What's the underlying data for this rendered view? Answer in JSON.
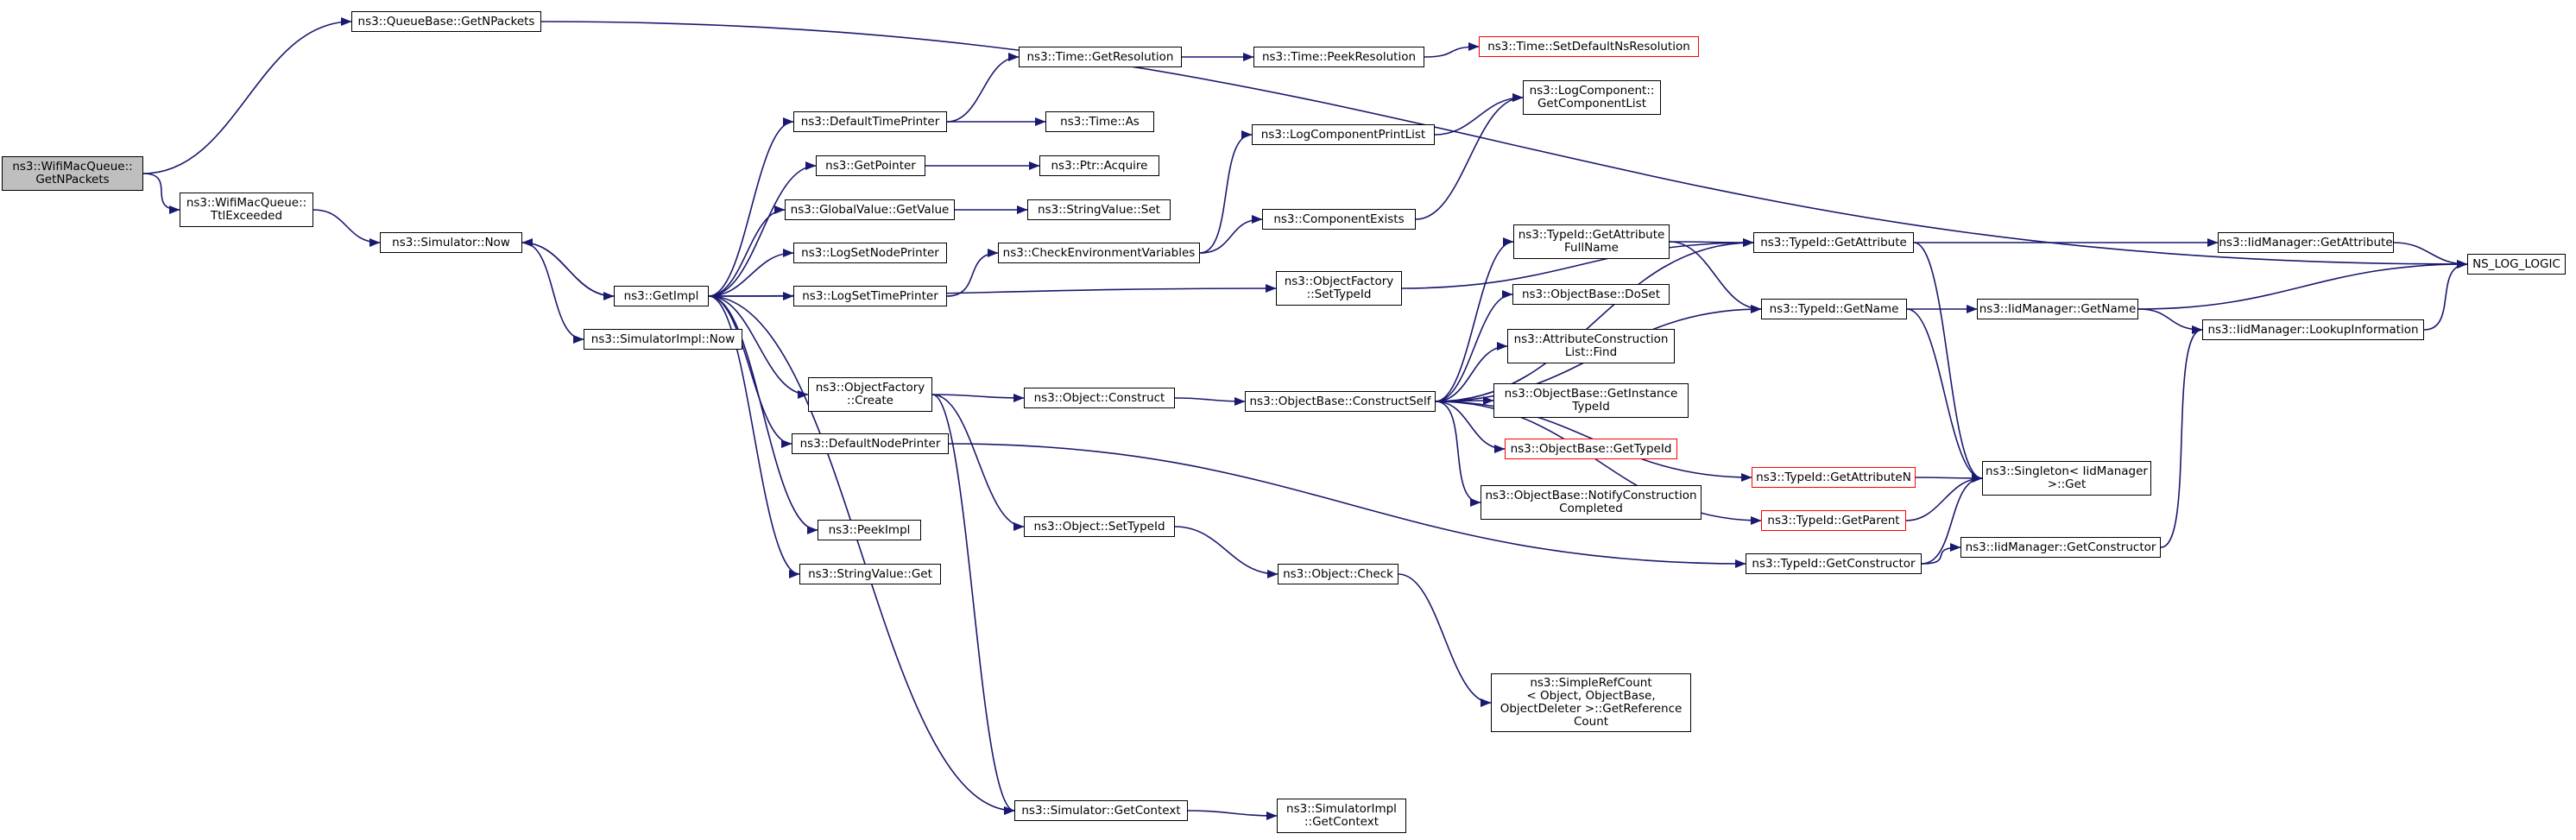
{
  "colors": {
    "edge": "#191970",
    "node_border": "#000000",
    "truncated_border": "#ff0000",
    "focus_fill": "#bfbfbf"
  },
  "nodes": {
    "n1": {
      "lines": [
        "ns3::WifiMacQueue::",
        "GetNPackets"
      ],
      "style": "focus"
    },
    "n2": {
      "lines": [
        "ns3::QueueBase::GetNPackets"
      ]
    },
    "n3": {
      "lines": [
        "ns3::WifiMacQueue::",
        "TtlExceeded"
      ]
    },
    "n4": {
      "lines": [
        "ns3::Simulator::Now"
      ]
    },
    "n5": {
      "lines": [
        "ns3::GetImpl"
      ]
    },
    "n6": {
      "lines": [
        "ns3::SimulatorImpl::Now"
      ]
    },
    "n7": {
      "lines": [
        "ns3::DefaultTimePrinter"
      ]
    },
    "n8": {
      "lines": [
        "ns3::GetPointer"
      ]
    },
    "n9": {
      "lines": [
        "ns3::GlobalValue::GetValue"
      ]
    },
    "n10": {
      "lines": [
        "ns3::LogSetNodePrinter"
      ]
    },
    "n11": {
      "lines": [
        "ns3::LogSetTimePrinter"
      ]
    },
    "n12": {
      "lines": [
        "ns3::ObjectFactory",
        "::Create"
      ]
    },
    "n13": {
      "lines": [
        "ns3::DefaultNodePrinter"
      ]
    },
    "n14": {
      "lines": [
        "ns3::PeekImpl"
      ]
    },
    "n15": {
      "lines": [
        "ns3::StringValue::Get"
      ]
    },
    "n16": {
      "lines": [
        "ns3::Time::GetResolution"
      ]
    },
    "n17": {
      "lines": [
        "ns3::Time::As"
      ]
    },
    "n18": {
      "lines": [
        "ns3::Ptr::Acquire"
      ]
    },
    "n19": {
      "lines": [
        "ns3::StringValue::Set"
      ]
    },
    "n20": {
      "lines": [
        "ns3::CheckEnvironmentVariables"
      ]
    },
    "n21": {
      "lines": [
        "ns3::Object::Construct"
      ]
    },
    "n22": {
      "lines": [
        "ns3::Object::SetTypeId"
      ]
    },
    "n23": {
      "lines": [
        "ns3::Simulator::GetContext"
      ]
    },
    "n24": {
      "lines": [
        "ns3::Time::PeekResolution"
      ]
    },
    "n25": {
      "lines": [
        "ns3::Time::SetDefaultNsResolution"
      ],
      "style": "red"
    },
    "n26": {
      "lines": [
        "ns3::LogComponentPrintList"
      ]
    },
    "n27": {
      "lines": [
        "ns3::LogComponent::",
        "GetComponentList"
      ]
    },
    "n28": {
      "lines": [
        "ns3::ComponentExists"
      ]
    },
    "n29": {
      "lines": [
        "ns3::ObjectFactory",
        "::SetTypeId"
      ]
    },
    "n30": {
      "lines": [
        "ns3::ObjectBase::ConstructSelf"
      ]
    },
    "n31": {
      "lines": [
        "ns3::Object::Check"
      ]
    },
    "n32": {
      "lines": [
        "ns3::SimulatorImpl",
        "::GetContext"
      ]
    },
    "n33": {
      "lines": [
        "ns3::TypeId::GetAttribute",
        "FullName"
      ]
    },
    "n34": {
      "lines": [
        "ns3::ObjectBase::DoSet"
      ]
    },
    "n35": {
      "lines": [
        "ns3::AttributeConstruction",
        "List::Find"
      ]
    },
    "n36": {
      "lines": [
        "ns3::ObjectBase::GetInstance",
        "TypeId"
      ]
    },
    "n37": {
      "lines": [
        "ns3::ObjectBase::GetTypeId"
      ],
      "style": "red"
    },
    "n38": {
      "lines": [
        "ns3::ObjectBase::NotifyConstruction",
        "Completed"
      ]
    },
    "n39": {
      "lines": [
        "ns3::SimpleRefCount",
        "< Object, ObjectBase,",
        "ObjectDeleter >::GetReference",
        "Count"
      ]
    },
    "n40": {
      "lines": [
        "ns3::TypeId::GetAttribute"
      ]
    },
    "n41": {
      "lines": [
        "ns3::TypeId::GetName"
      ]
    },
    "n42": {
      "lines": [
        "ns3::TypeId::GetAttributeN"
      ],
      "style": "red"
    },
    "n43": {
      "lines": [
        "ns3::TypeId::GetParent"
      ],
      "style": "red"
    },
    "n44": {
      "lines": [
        "ns3::TypeId::GetConstructor"
      ]
    },
    "n45": {
      "lines": [
        "ns3::IidManager::GetName"
      ]
    },
    "n46": {
      "lines": [
        "ns3::Singleton< IidManager",
        ">::Get"
      ]
    },
    "n47": {
      "lines": [
        "ns3::IidManager::GetConstructor"
      ]
    },
    "n48": {
      "lines": [
        "ns3::IidManager::GetAttribute"
      ]
    },
    "n49": {
      "lines": [
        "ns3::IidManager::LookupInformation"
      ]
    },
    "n50": {
      "lines": [
        "NS_LOG_LOGIC"
      ]
    }
  },
  "edges": [
    [
      "n1",
      "n2"
    ],
    [
      "n1",
      "n3"
    ],
    [
      "n2",
      "n50"
    ],
    [
      "n3",
      "n4"
    ],
    [
      "n4",
      "n5"
    ],
    [
      "n4",
      "n6"
    ],
    [
      "n5",
      "n4"
    ],
    [
      "n5",
      "n7"
    ],
    [
      "n5",
      "n8"
    ],
    [
      "n5",
      "n9"
    ],
    [
      "n5",
      "n10"
    ],
    [
      "n5",
      "n11"
    ],
    [
      "n5",
      "n12"
    ],
    [
      "n5",
      "n13"
    ],
    [
      "n5",
      "n14"
    ],
    [
      "n5",
      "n15"
    ],
    [
      "n5",
      "n23"
    ],
    [
      "n5",
      "n29"
    ],
    [
      "n7",
      "n16"
    ],
    [
      "n7",
      "n17"
    ],
    [
      "n8",
      "n18"
    ],
    [
      "n9",
      "n19"
    ],
    [
      "n11",
      "n20"
    ],
    [
      "n12",
      "n21"
    ],
    [
      "n12",
      "n22"
    ],
    [
      "n12",
      "n23"
    ],
    [
      "n13",
      "n44"
    ],
    [
      "n16",
      "n24"
    ],
    [
      "n24",
      "n25"
    ],
    [
      "n20",
      "n26"
    ],
    [
      "n20",
      "n28"
    ],
    [
      "n26",
      "n27"
    ],
    [
      "n28",
      "n27"
    ],
    [
      "n29",
      "n40"
    ],
    [
      "n21",
      "n30"
    ],
    [
      "n22",
      "n31"
    ],
    [
      "n23",
      "n32"
    ],
    [
      "n31",
      "n39"
    ],
    [
      "n30",
      "n33"
    ],
    [
      "n30",
      "n34"
    ],
    [
      "n30",
      "n35"
    ],
    [
      "n30",
      "n36"
    ],
    [
      "n30",
      "n37"
    ],
    [
      "n30",
      "n38"
    ],
    [
      "n30",
      "n40"
    ],
    [
      "n30",
      "n41"
    ],
    [
      "n30",
      "n42"
    ],
    [
      "n30",
      "n43"
    ],
    [
      "n33",
      "n40"
    ],
    [
      "n33",
      "n41"
    ],
    [
      "n40",
      "n48"
    ],
    [
      "n40",
      "n46"
    ],
    [
      "n41",
      "n45"
    ],
    [
      "n41",
      "n46"
    ],
    [
      "n42",
      "n46"
    ],
    [
      "n43",
      "n46"
    ],
    [
      "n44",
      "n46"
    ],
    [
      "n44",
      "n47"
    ],
    [
      "n45",
      "n50"
    ],
    [
      "n45",
      "n49"
    ],
    [
      "n47",
      "n49"
    ],
    [
      "n48",
      "n50"
    ],
    [
      "n49",
      "n50"
    ]
  ]
}
